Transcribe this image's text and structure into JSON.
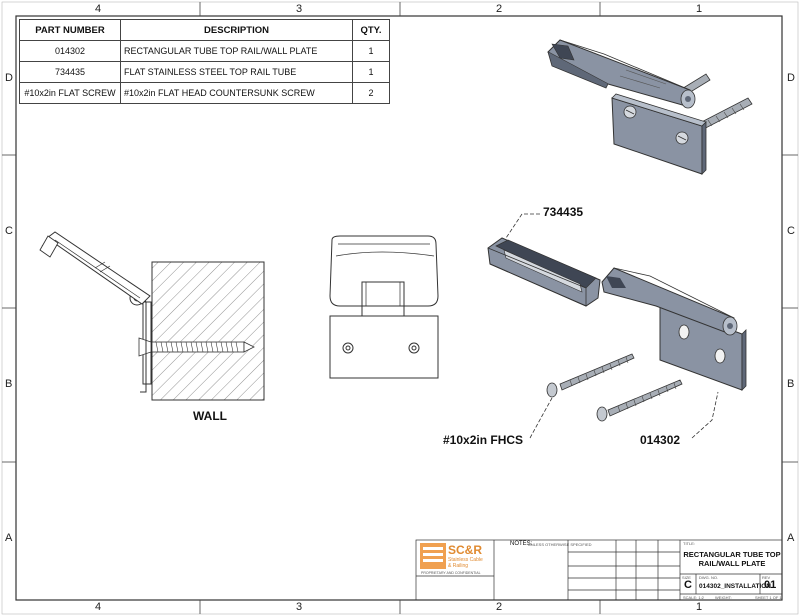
{
  "zones_top": [
    "4",
    "3",
    "2",
    "1"
  ],
  "zones_bottom": [
    "4",
    "3",
    "2",
    "1"
  ],
  "zones_left": [
    "D",
    "C",
    "B",
    "A"
  ],
  "zones_right": [
    "D",
    "C",
    "B",
    "A"
  ],
  "bom": {
    "headers": {
      "part": "PART NUMBER",
      "desc": "DESCRIPTION",
      "qty": "QTY."
    },
    "rows": [
      {
        "part": "014302",
        "desc": "RECTANGULAR TUBE TOP RAIL/WALL PLATE",
        "qty": "1"
      },
      {
        "part": "734435",
        "desc": "FLAT STAINLESS STEEL TOP RAIL TUBE",
        "qty": "1"
      },
      {
        "part": "#10x2in FLAT SCREW",
        "desc": "#10x2in FLAT HEAD COUNTERSUNK SCREW",
        "qty": "2"
      }
    ]
  },
  "callouts": {
    "wall": "WALL",
    "tube": "734435",
    "screw": "#10x2in FHCS",
    "plate": "014302"
  },
  "title_block": {
    "logo_main": "SC&R",
    "logo_sub1": "Stainless Cable",
    "logo_sub2": "& Railing",
    "proprietary": "PROPRIETARY AND CONFIDENTIAL",
    "notes_title": "NOTES:",
    "notes_sub": "UNLESS OTHERWISE SPECIFIED",
    "title_label": "TITLE:",
    "title_line1": "RECTANGULAR TUBE TOP",
    "title_line2": "RAIL/WALL PLATE",
    "size_label": "SIZE",
    "size": "C",
    "dwg_label": "DWG. NO.",
    "dwg_no": "014302_INSTALLATION",
    "rev_label": "REV",
    "rev": "01",
    "scale": "SCALE: 1:2",
    "weight": "WEIGHT:",
    "sheet": "SHEET 1 OF 1"
  },
  "colors": {
    "part_face": "#8a93a3",
    "part_light": "#b7bfcb",
    "part_dark": "#5f6878",
    "screw": "#a8aeb6"
  }
}
